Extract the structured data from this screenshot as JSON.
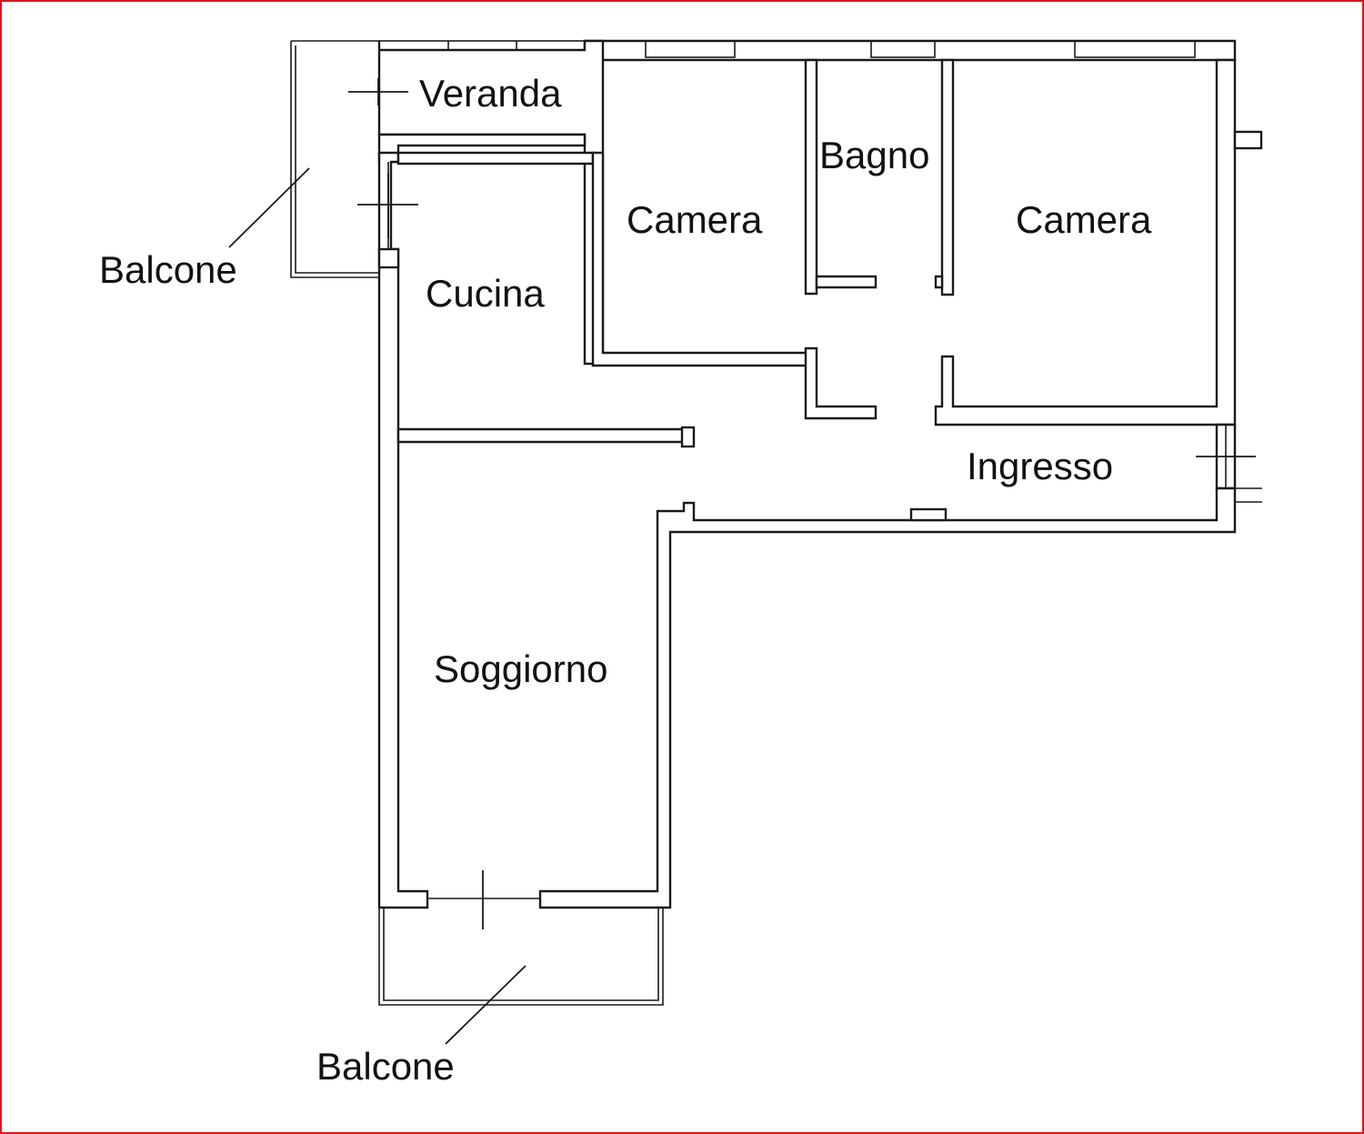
{
  "plan": {
    "border_color": "#e0141c",
    "line_color": "#1a1a1a",
    "rooms": {
      "veranda": "Veranda",
      "bagno": "Bagno",
      "camera_1": "Camera",
      "camera_2": "Camera",
      "cucina": "Cucina",
      "ingresso": "Ingresso",
      "soggiorno": "Soggiorno",
      "balcone_top": "Balcone",
      "balcone_bottom": "Balcone"
    }
  }
}
